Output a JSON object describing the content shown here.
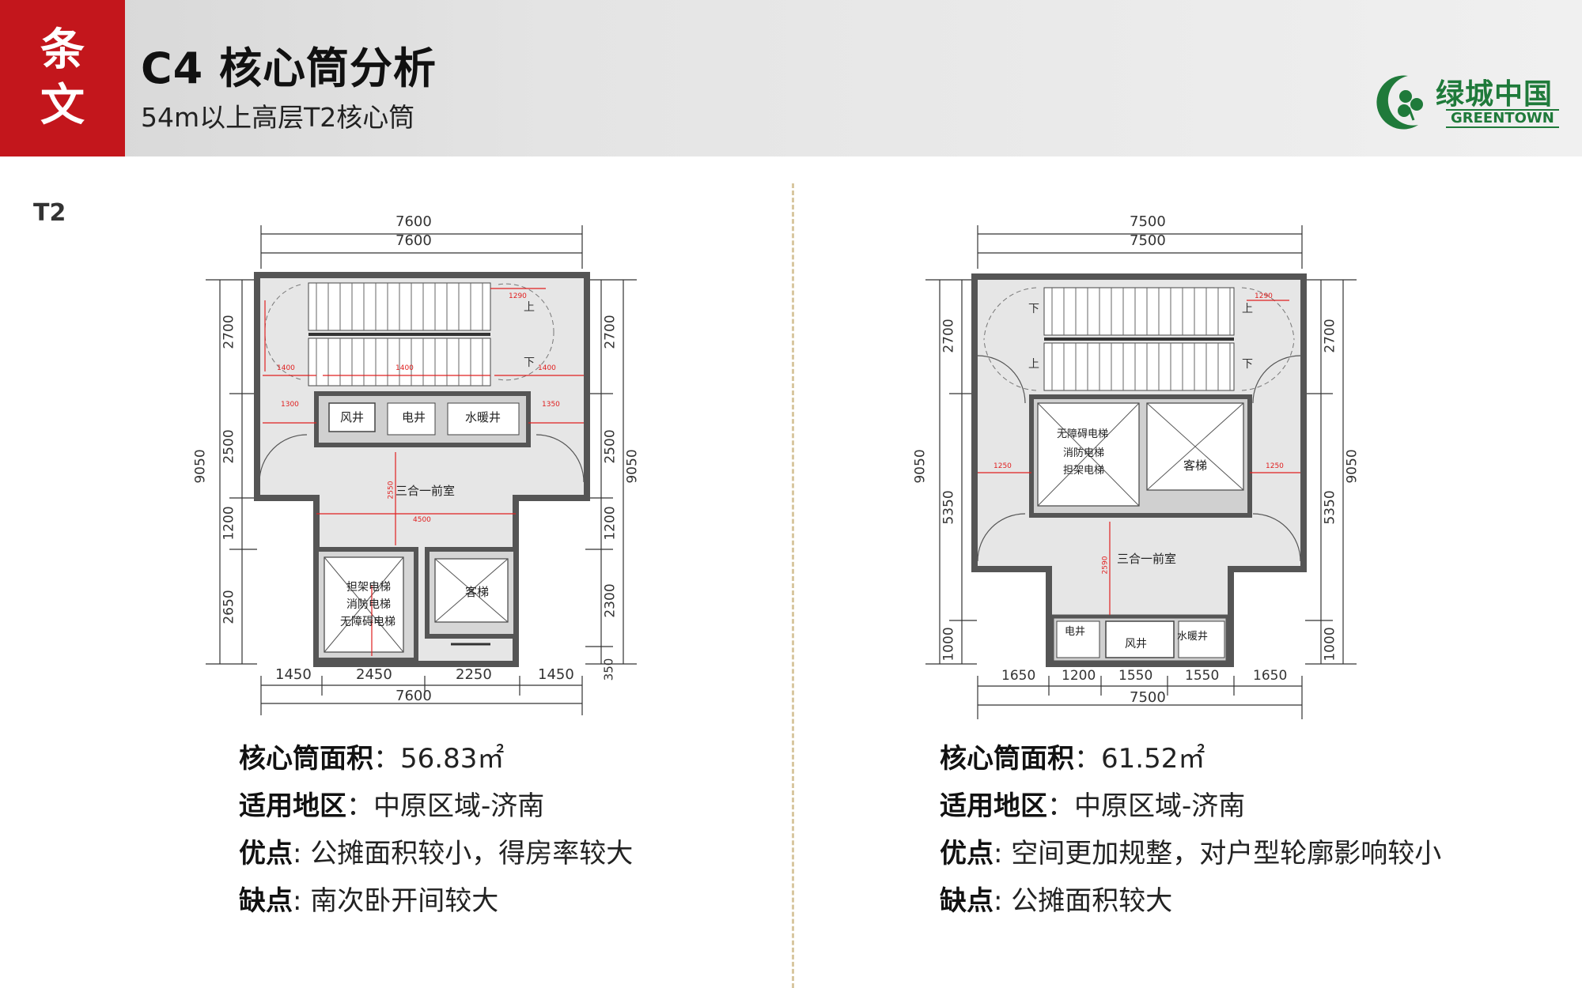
{
  "header": {
    "section_tab": [
      "条",
      "文"
    ],
    "title": "C4 核心筒分析",
    "subtitle": "54m以上高层T2核心筒",
    "logo_cn": "绿城中国",
    "logo_en": "GREENTOWN",
    "brand_color": "#c3161c",
    "logo_color": "#1f7a3a"
  },
  "section_label": "T2",
  "left_plan": {
    "top_dims": [
      "7600",
      "7600"
    ],
    "bottom_dims": [
      "1450",
      "2450",
      "2250",
      "1450"
    ],
    "bottom_total": "7600",
    "left_dims": [
      "2700",
      "2500",
      "1200",
      "2650"
    ],
    "left_total": "9050",
    "right_dims": [
      "2700",
      "2500",
      "1200",
      "2300",
      "350"
    ],
    "right_total": "9050",
    "red_dims": [
      "1290",
      "1300",
      "1350",
      "1400",
      "1400",
      "1400",
      "2550",
      "4500"
    ],
    "rooms": {
      "shaft": "风井",
      "elec": "电井",
      "water": "水暖井",
      "lobby": "三合一前室",
      "elevator_lines": [
        "担架电梯",
        "消防电梯",
        "无障碍电梯"
      ],
      "passenger": "客梯",
      "stair_up": "上",
      "stair_down": "下"
    }
  },
  "right_plan": {
    "top_dims": [
      "7500",
      "7500"
    ],
    "bottom_dims": [
      "1650",
      "1200",
      "1550",
      "1550",
      "1650"
    ],
    "bottom_total": "7500",
    "left_dims": [
      "2700",
      "5350",
      "1000"
    ],
    "left_total": "9050",
    "right_dims": [
      "2700",
      "5350",
      "1000"
    ],
    "right_total": "9050",
    "red_dims": [
      "1290",
      "1250",
      "1250",
      "2590"
    ],
    "rooms": {
      "elevator_lines": [
        "无障碍电梯",
        "消防电梯",
        "担架电梯"
      ],
      "passenger": "客梯",
      "lobby": "三合一前室",
      "elec": "电井",
      "shaft": "风井",
      "water": "水暖井",
      "stair_up": "上",
      "stair_down": "下"
    }
  },
  "left_info": {
    "area_label": "核心筒面积",
    "area_value": "：56.83㎡",
    "region_label": "适用地区",
    "region_value": "：中原区域-济南",
    "pro_label": "优点",
    "pro_value": ": 公摊面积较小，得房率较大",
    "con_label": "缺点",
    "con_value": ": 南次卧开间较大"
  },
  "right_info": {
    "area_label": "核心筒面积",
    "area_value": "：61.52㎡",
    "region_label": "适用地区",
    "region_value": "：中原区域-济南",
    "pro_label": "优点",
    "pro_value": ": 空间更加规整，对户型轮廓影响较小",
    "con_label": "缺点",
    "con_value": ": 公摊面积较大"
  }
}
